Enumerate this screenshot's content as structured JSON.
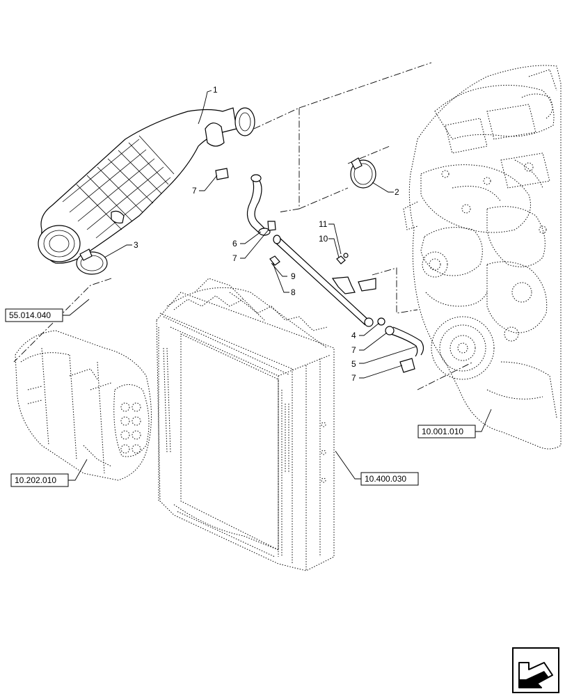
{
  "callouts": [
    "1",
    "2",
    "3",
    "4",
    "5",
    "6",
    "7",
    "7",
    "7",
    "7",
    "8",
    "9",
    "10",
    "11"
  ],
  "references": [
    "55.014.040",
    "10.202.010",
    "10.400.030",
    "10.001.010"
  ],
  "nav_icon": "next-page-arrow-icon"
}
